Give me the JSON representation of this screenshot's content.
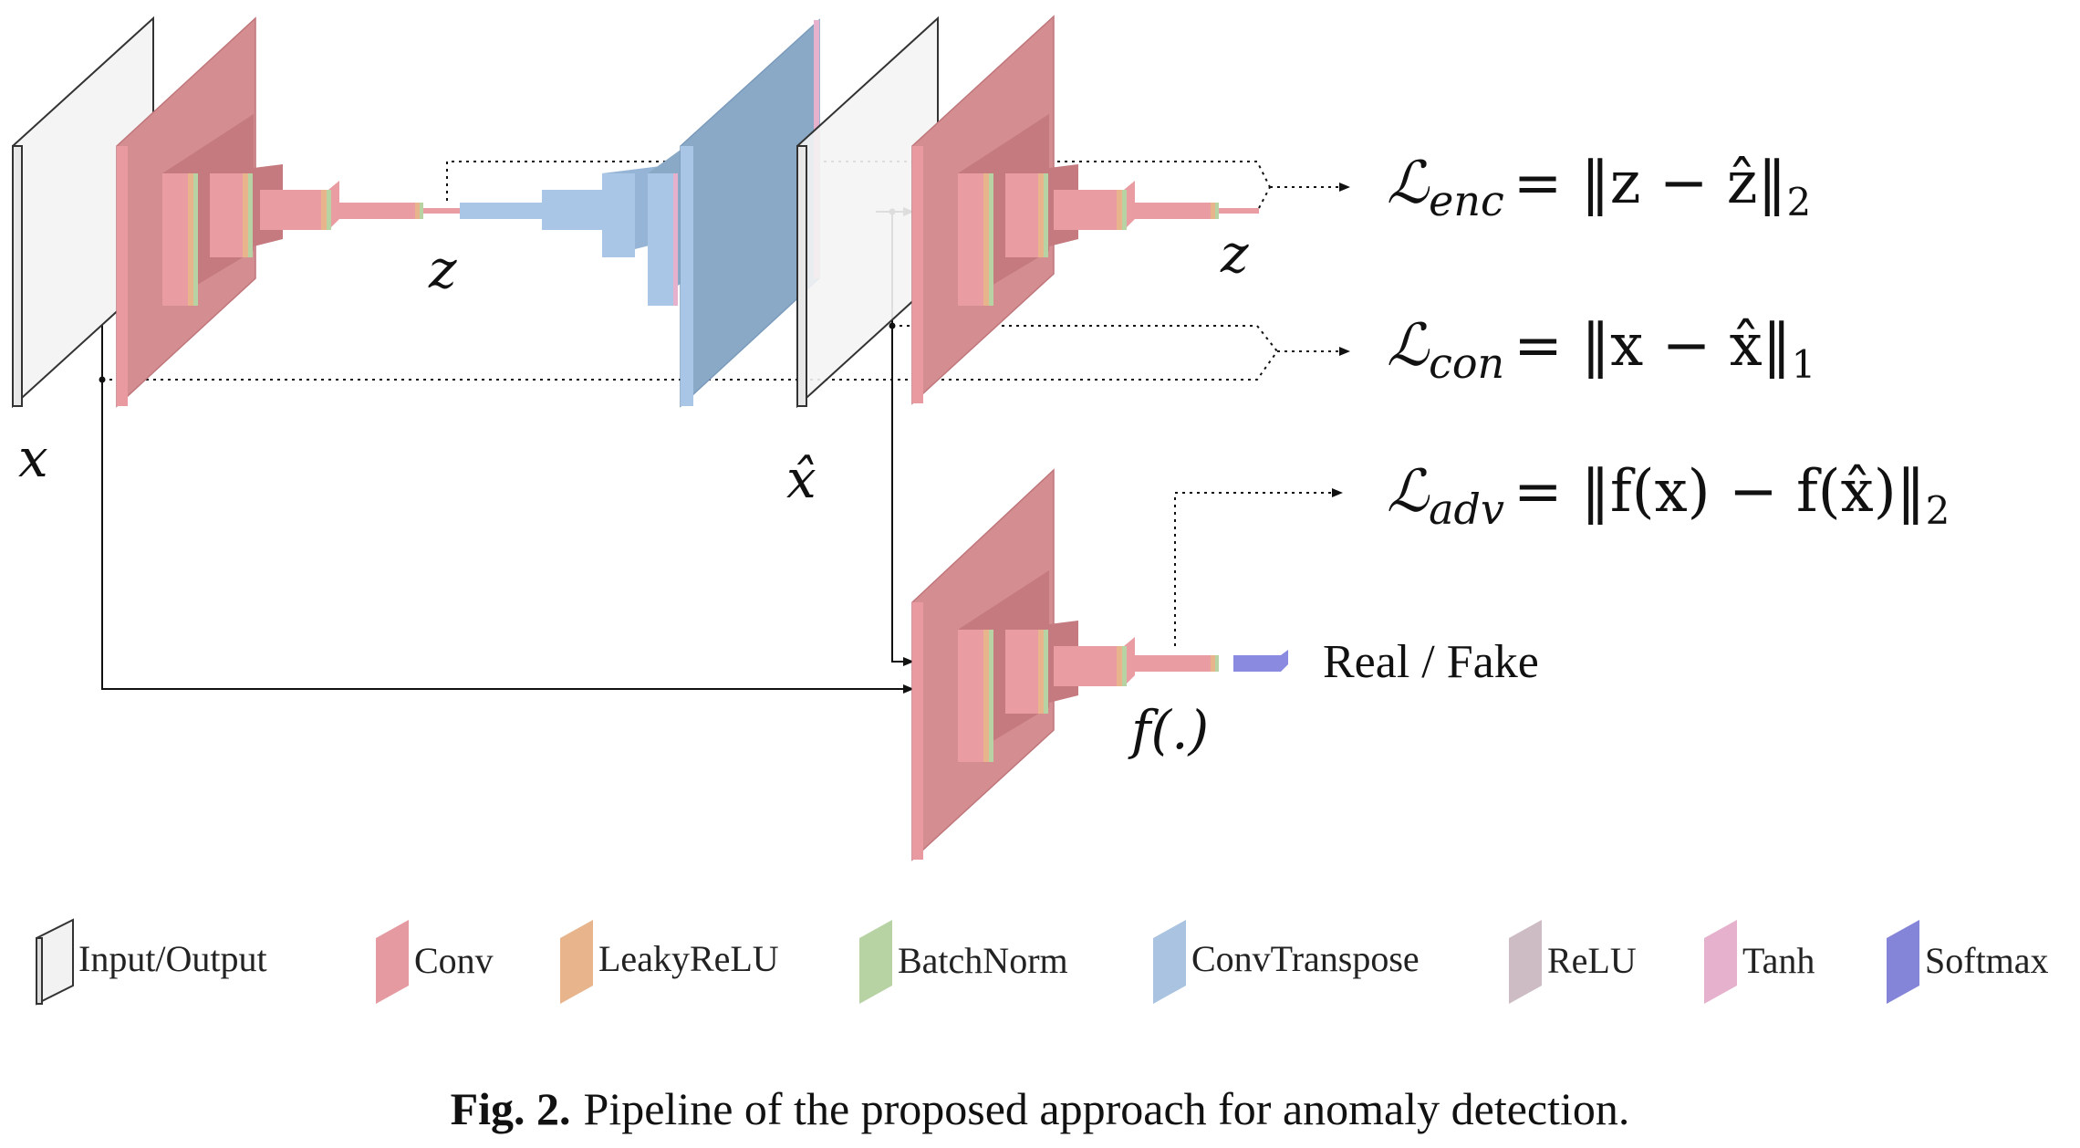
{
  "labels": {
    "input_x": "x",
    "recon_x_hat": "x̂",
    "latent_z_1": "z",
    "latent_z_2": "z",
    "feature_f": "f(.)",
    "real_fake": "Real / Fake"
  },
  "losses": [
    {
      "id": "enc",
      "symbol": "ℒ",
      "sub": "enc",
      "rhs": "= ‖z − ẑ‖",
      "norm": "2"
    },
    {
      "id": "con",
      "symbol": "ℒ",
      "sub": "con",
      "rhs": "= ‖x − x̂‖",
      "norm": "1"
    },
    {
      "id": "adv",
      "symbol": "ℒ",
      "sub": "adv",
      "rhs": "= ‖f(x) − f(x̂)‖",
      "norm": "2"
    }
  ],
  "legend": [
    {
      "label": "Input/Output",
      "color": "#f2f2f2",
      "edge": "#333333"
    },
    {
      "label": "Conv",
      "color": "#e49aa0"
    },
    {
      "label": "LeakyReLU",
      "color": "#e8b48c"
    },
    {
      "label": "BatchNorm",
      "color": "#b7d3a4"
    },
    {
      "label": "ConvTranspose",
      "color": "#a9c3e0"
    },
    {
      "label": "ReLU",
      "color": "#cdbcc4"
    },
    {
      "label": "Tanh",
      "color": "#e6b1cd"
    },
    {
      "label": "Softmax",
      "color": "#8484d8"
    }
  ],
  "colors": {
    "conv": "#e0898f",
    "conv_dark": "#c47a7e",
    "leaky": "#e8b48c",
    "batchnorm": "#b7d3a4",
    "convT": "#a9c6e6",
    "convT_big": "#89a9c6",
    "io": "#f4f4f4",
    "softmax": "#8a8ae0"
  },
  "caption": {
    "prefix": "Fig. 2.",
    "text": "Pipeline of the proposed approach for anomaly detection."
  }
}
